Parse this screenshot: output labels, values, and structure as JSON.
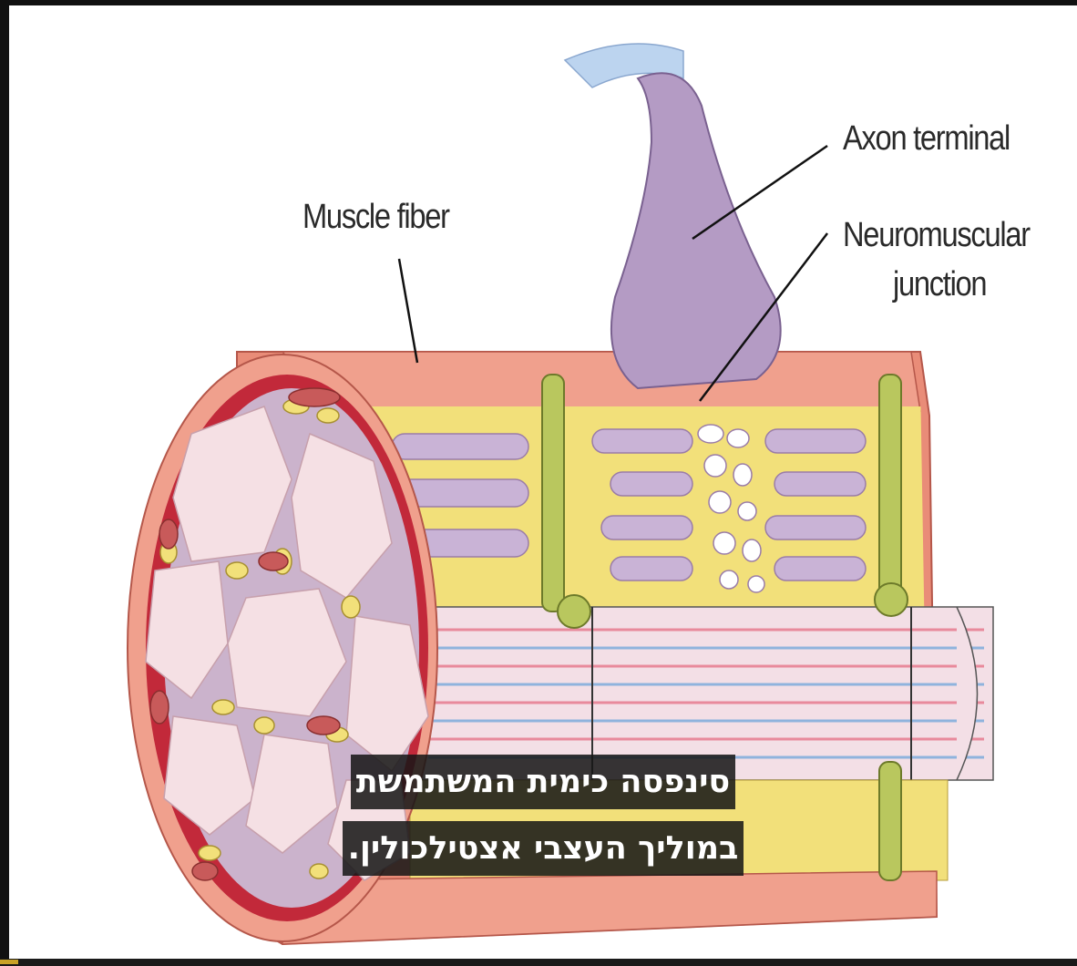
{
  "labels": {
    "muscle_fiber": "Muscle fiber",
    "axon_terminal": "Axon terminal",
    "nmj_line1": "Neuromuscular",
    "nmj_line2": "junction"
  },
  "subtitle": {
    "line1": "סינפסה כימית המשתמשת",
    "line2": "במוליך העצבי אצטילכולין."
  },
  "colors": {
    "sarcolemma": "#e98c78",
    "sarcolemma_dark": "#d36a5a",
    "reticulum": "#f2e07a",
    "myofibril": "#f3dfe6",
    "axon": "#b49bc4",
    "t_tubule": "#b9c75e",
    "striation_red": "#e88a9c",
    "striation_blue": "#8fb3dd"
  }
}
